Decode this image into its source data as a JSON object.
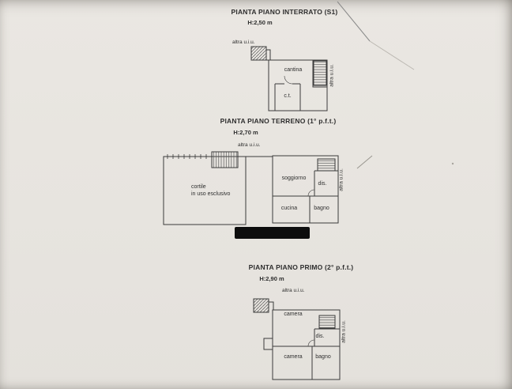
{
  "colors": {
    "paper": "#e8e5e0",
    "ink": "#3b3b3b",
    "redaction": "#0d0d0d"
  },
  "basement": {
    "title": "PIANTA PIANO INTERRATO (S1)",
    "height": "H:2,50 m",
    "altra_top": "altra u.i.u.",
    "altra_right": "altra u.i.u.",
    "room_cantina": "cantina",
    "room_ct": "c.t."
  },
  "ground": {
    "title": "PIANTA PIANO TERRENO (1° p.f.t.)",
    "height": "H:2,70 m",
    "altra_top": "altra u.i.u.",
    "altra_right": "altra u.i.u.",
    "room_cortile_line1": "cortile",
    "room_cortile_line2": "in uso esclusivo",
    "room_soggiorno": "soggiorno",
    "room_dis": "dis.",
    "room_cucina": "cucina",
    "room_bagno": "bagno"
  },
  "first": {
    "title": "PIANTA PIANO PRIMO (2° p.f.t.)",
    "height": "H:2,90 m",
    "altra_top": "altra u.i.u.",
    "altra_right": "altra u.i.u.",
    "room_camera_top": "camera",
    "room_dis": "dis.",
    "room_camera_bottom": "camera",
    "room_bagno": "bagno"
  }
}
